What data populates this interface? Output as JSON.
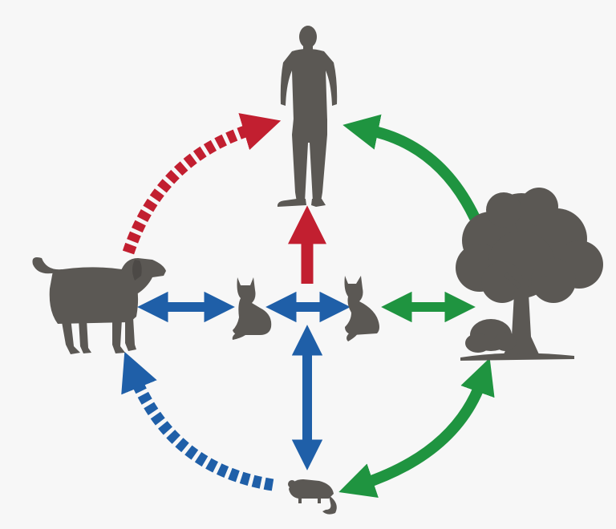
{
  "colors": {
    "background": "#f7f7f7",
    "silhouette": "#5b5854",
    "red": "#c21f30",
    "blue": "#1f5fa8",
    "green": "#1f9440"
  },
  "nodes": [
    {
      "id": "human",
      "icon": "human-silhouette-icon"
    },
    {
      "id": "dog",
      "icon": "dog-silhouette-icon"
    },
    {
      "id": "tree",
      "icon": "tree-silhouette-icon"
    },
    {
      "id": "rodent",
      "icon": "rodent-silhouette-icon"
    },
    {
      "id": "cat-left",
      "icon": "cat-silhouette-icon"
    },
    {
      "id": "cat-right",
      "icon": "cat-silhouette-icon"
    }
  ],
  "links": [
    {
      "from": "dog",
      "to": "human",
      "style": "dashed",
      "color": "red",
      "direction": "one-way"
    },
    {
      "from": "tree",
      "to": "human",
      "style": "solid",
      "color": "green",
      "direction": "one-way"
    },
    {
      "from": "rodent",
      "to": "dog",
      "style": "dashed",
      "color": "blue",
      "direction": "one-way"
    },
    {
      "from": "rodent",
      "to": "tree",
      "style": "solid",
      "color": "green",
      "direction": "two-way"
    },
    {
      "from": "dog",
      "to": "cat-left",
      "style": "solid",
      "color": "blue",
      "direction": "two-way"
    },
    {
      "from": "cat-left",
      "to": "cat-right",
      "style": "solid",
      "color": "blue",
      "direction": "two-way"
    },
    {
      "from": "cat-right",
      "to": "tree",
      "style": "solid",
      "color": "green",
      "direction": "two-way"
    },
    {
      "from": "cat-center",
      "to": "human",
      "style": "solid",
      "color": "red",
      "direction": "one-way"
    },
    {
      "from": "cat-center",
      "to": "rodent",
      "style": "solid",
      "color": "blue",
      "direction": "two-way"
    }
  ]
}
